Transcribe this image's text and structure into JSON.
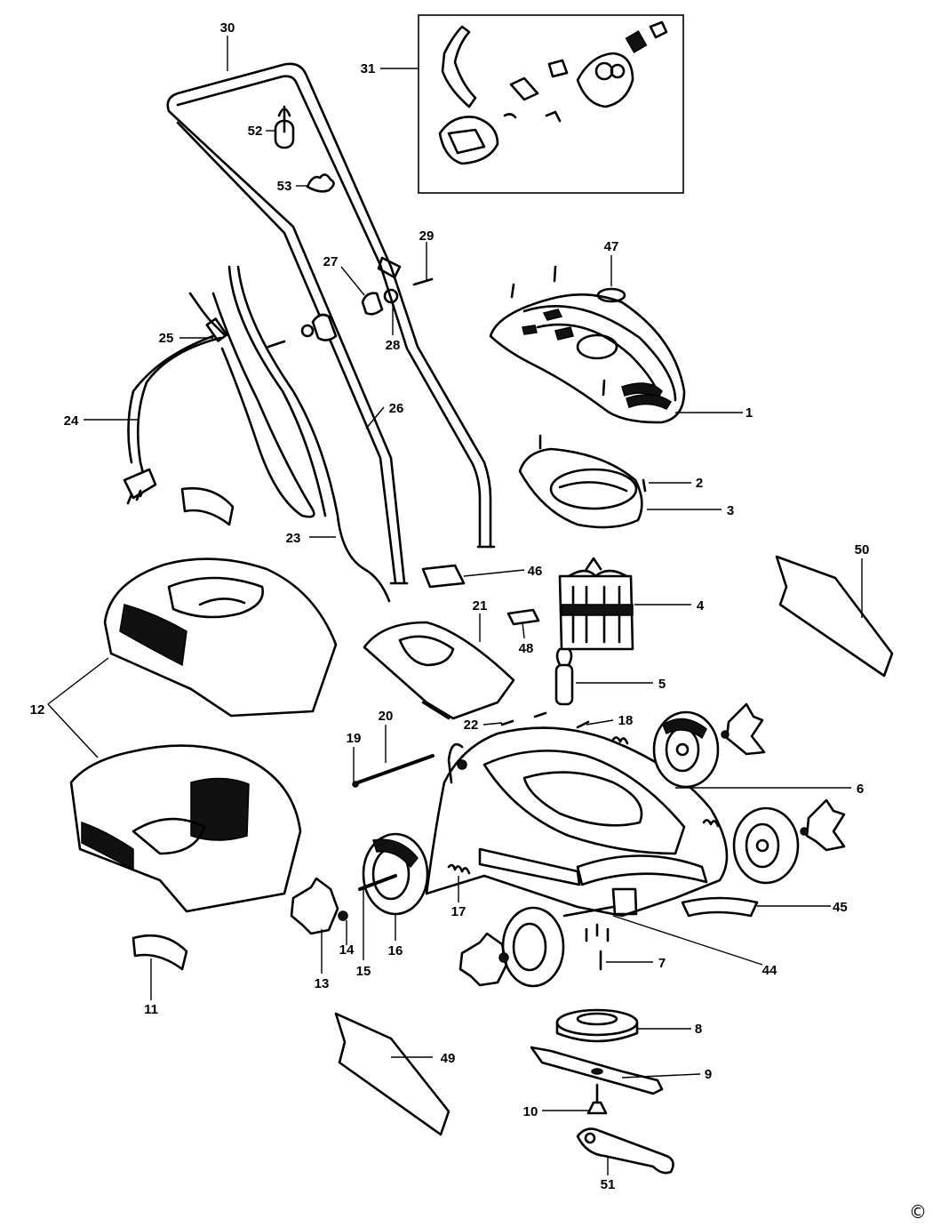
{
  "labels": {
    "p1": "1",
    "p2": "2",
    "p3": "3",
    "p4": "4",
    "p5": "5",
    "p6": "6",
    "p7": "7",
    "p8": "8",
    "p9": "9",
    "p10": "10",
    "p11": "11",
    "p12": "12",
    "p13": "13",
    "p14": "14",
    "p15": "15",
    "p16": "16",
    "p17": "17",
    "p18": "18",
    "p19": "19",
    "p20": "20",
    "p21": "21",
    "p22": "22",
    "p23": "23",
    "p24": "24",
    "p25": "25",
    "p26": "26",
    "p27": "27",
    "p28": "28",
    "p29": "29",
    "p30": "30",
    "p31": "31",
    "p44": "44",
    "p45": "45",
    "p46": "46",
    "p47": "47",
    "p48": "48",
    "p49": "49",
    "p50": "50",
    "p51": "51",
    "p52": "52",
    "p53": "53"
  },
  "copyright": "©"
}
